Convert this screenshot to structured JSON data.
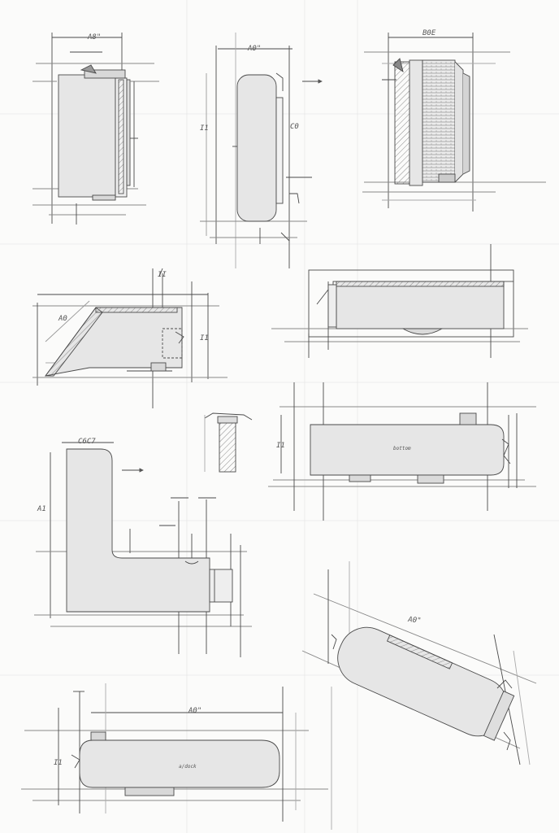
{
  "colors": {
    "paper": "#fbfbfa",
    "ink": "#4a4a4a",
    "faint": "#bdbdbd",
    "fill": "#e6e6e6",
    "hatch": "#8c8c8c"
  },
  "drawings": {
    "d1": {
      "dim_top": "A8\""
    },
    "d2": {
      "dim_top": "A0\"",
      "dim_side": "I1",
      "dim_side2": "C0"
    },
    "d3": {
      "dim_top": "B0E"
    },
    "d4": {
      "dim_top": "II",
      "dim_side": "I1",
      "dim_diag": "A0"
    },
    "d7": {
      "dim_top": "C6C7",
      "dim_side": "A1"
    },
    "d8": {
      "dim_side": "I1",
      "note": "bottom"
    },
    "d9": {
      "dim_top": "A0\""
    },
    "d10": {
      "dim_top": "A0\"",
      "dim_side": "I1",
      "note": "a/dock"
    }
  }
}
